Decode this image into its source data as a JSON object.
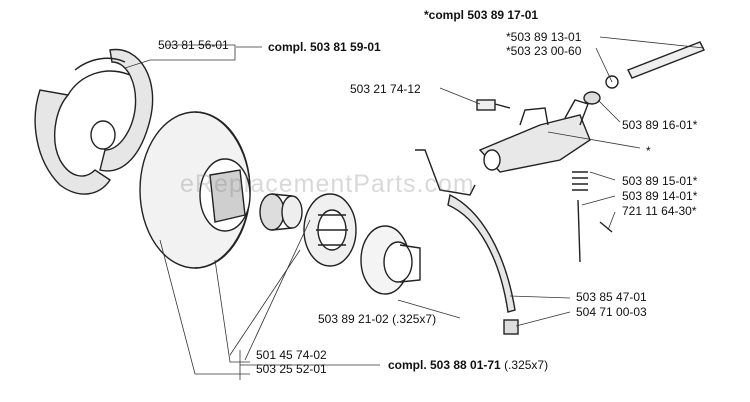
{
  "watermark": "eReplacementParts.com",
  "labels": {
    "l1": "503 81 56-01",
    "l1c": "compl. 503 81 59-01",
    "top": "*compl  503 89 17-01",
    "r1": "*503 89 13-01",
    "r2": "*503 23 00-60",
    "m1": "503 21 74-12",
    "r3": "503 89 16-01*",
    "star": "*",
    "r4": "503 89 15-01*",
    "r5": "503 89 14-01*",
    "r6": "721 11 64-30*",
    "r7": "503 85 47-01",
    "r8": "504 71 00-03",
    "m2": "503 89 21-02 (.325x7)",
    "b1": "501 45 74-02",
    "b2": "503 25 52-01",
    "bc": "compl. 503 88 01-71",
    "bcs": "(.325x7)"
  },
  "colors": {
    "line": "#222222",
    "shade": "#d8d8d8"
  }
}
